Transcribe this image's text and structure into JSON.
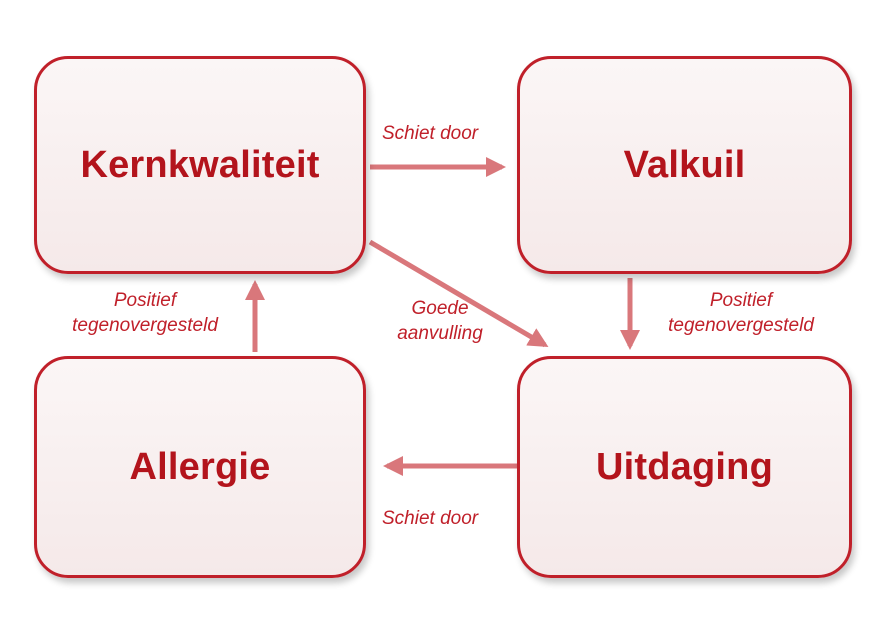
{
  "nodes": {
    "kernkwaliteit": "Kernkwaliteit",
    "valkuil": "Valkuil",
    "allergie": "Allergie",
    "uitdaging": "Uitdaging"
  },
  "edges": {
    "kern_to_valkuil": "Schiet door",
    "valkuil_to_uitdaging_1": "Positief",
    "valkuil_to_uitdaging_2": "tegenovergesteld",
    "allergie_to_kern_1": "Positief",
    "allergie_to_kern_2": "tegenovergesteld",
    "kern_to_uitdaging_1": "Goede",
    "kern_to_uitdaging_2": "aanvulling",
    "uitdaging_to_allergie": "Schiet door"
  },
  "colors": {
    "border": "#c0202a",
    "text": "#b3141c",
    "arrow": "#d9777b"
  }
}
